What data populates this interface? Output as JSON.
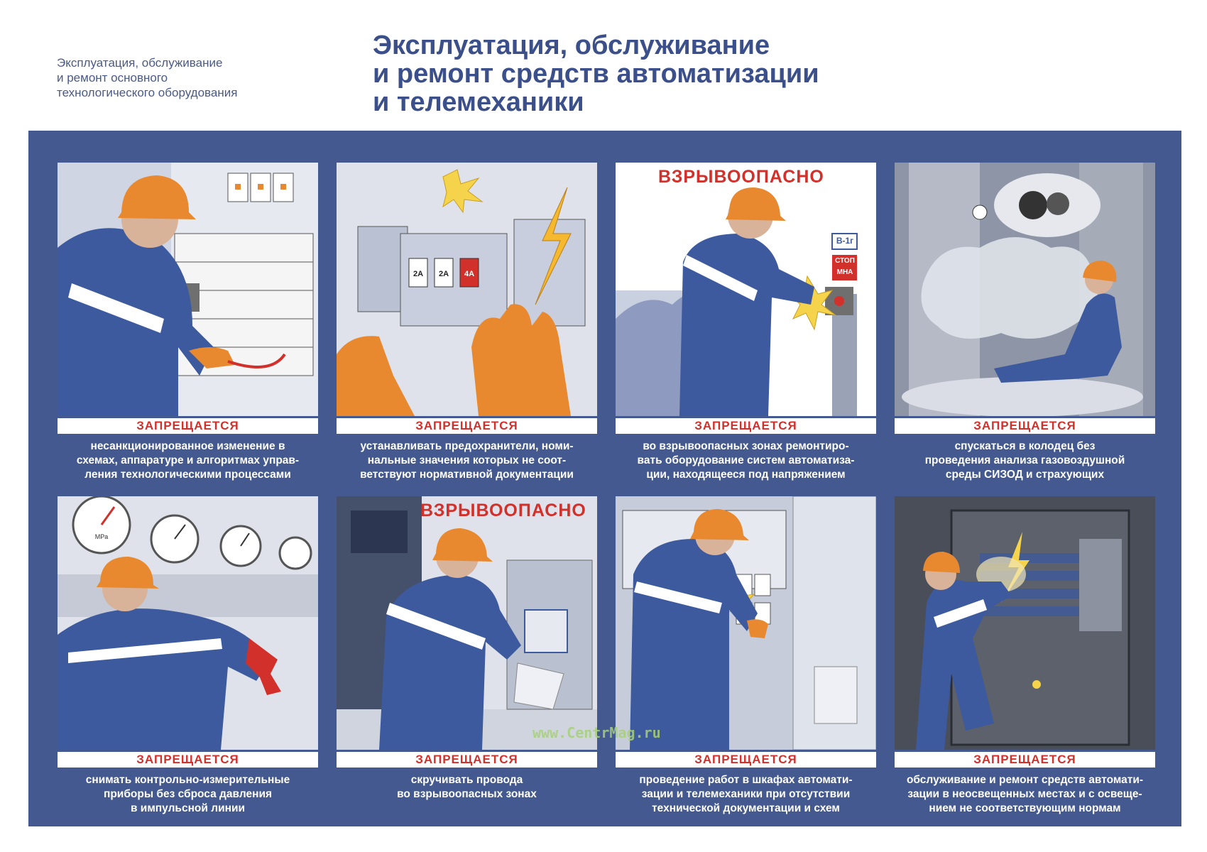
{
  "header": {
    "subtitle": "Эксплуатация, обслуживание\nи ремонт основного\nтехнологического оборудования",
    "title": "Эксплуатация, обслуживание\nи ремонт средств автоматизации\nи телемеханики"
  },
  "forbidden_label": "ЗАПРЕЩАЕТСЯ",
  "panels": [
    {
      "desc": "несанкционированное изменение в\nсхемах, аппаратуре и алгоритмах управ-\nления технологическими процессами"
    },
    {
      "desc": "устанавливать предохранители, номи-\nнальные значения которых не соот-\nветствуют нормативной документации",
      "fuses": [
        "2A",
        "2A",
        "4A"
      ]
    },
    {
      "desc": "во взрывоопасных зонах ремонтиро-\nвать оборудование систем автоматиза-\nции, находящееся под напряжением",
      "warning": "ВЗРЫВООПАСНО",
      "sign_top": "В-1г",
      "sign_stop": "СТОП\nМНА"
    },
    {
      "desc": "спускаться в колодец без\nпроведения анализа газовоздушной\nсреды СИЗОД и страхующих"
    },
    {
      "desc": "снимать контрольно-измерительные\nприборы без сброса давления\nв импульсной линии",
      "gauge_unit": "MPa"
    },
    {
      "desc": "скручивать провода\nво взрывоопасных зонах",
      "warning": "ВЗРЫВООПАСНО"
    },
    {
      "desc": "проведение работ в шкафах автомати-\nзации и телемеханики при отсутствии\nтехнической документации и схем"
    },
    {
      "desc": "обслуживание и ремонт средств автомати-\nзации в неосвещенных местах и с освеще-\nнием не соответствующим нормам"
    }
  ],
  "watermark": "www.CentrMag.ru",
  "colors": {
    "board": "#43598f",
    "forbidden": "#d2302a",
    "title": "#3b4f8a",
    "helmet": "#e8892f",
    "suit": "#3d5a9e"
  }
}
